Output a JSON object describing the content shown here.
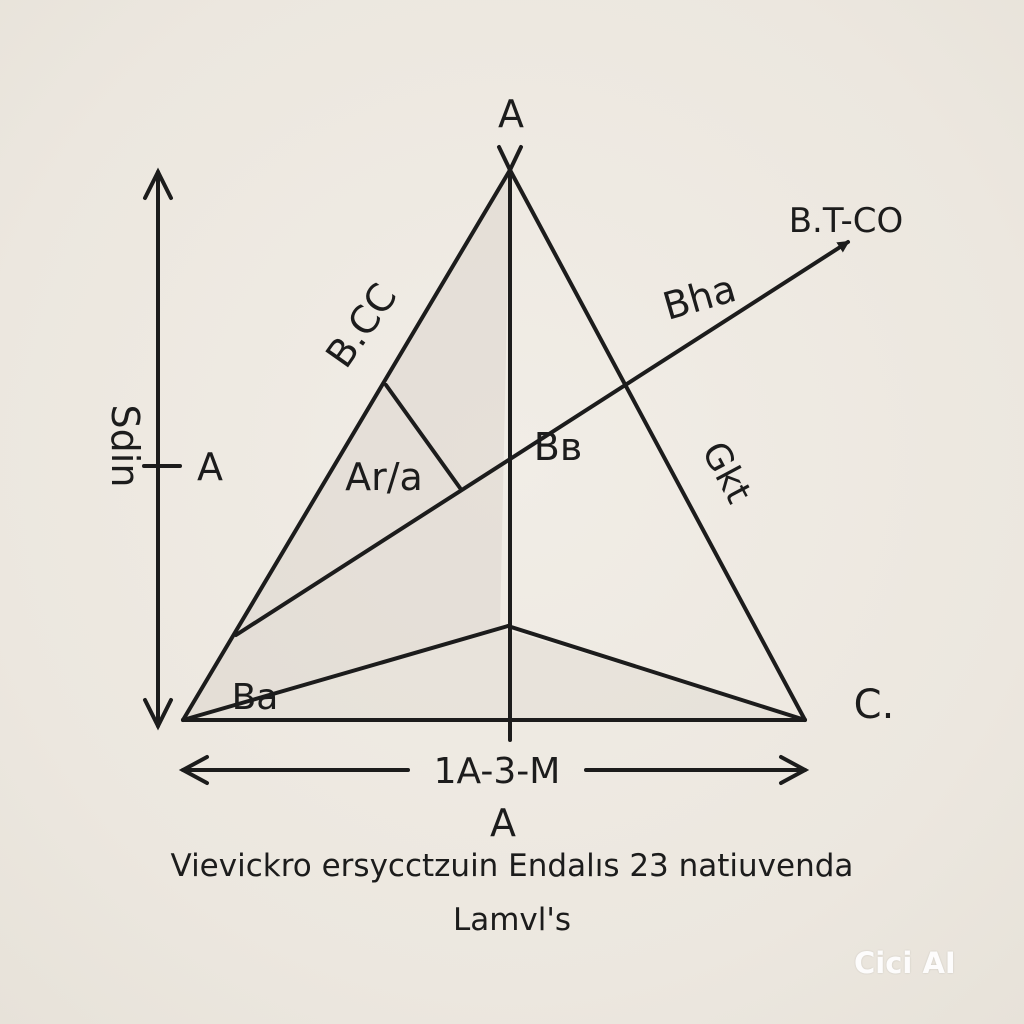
{
  "diagram": {
    "labels": {
      "apex": "A",
      "left_side": "B.CC",
      "right_arrow": "B.T-CO",
      "arrow_mid": "Bha",
      "inner_left": "Ar/a",
      "center": "Bв",
      "right_side": "Gkt",
      "height_axis": "Sdin",
      "height_mark": "A",
      "base_left": "Ba",
      "right_vertex": "C.",
      "base_dimension": "1A-3-M",
      "bottom": "A"
    },
    "caption_line1": "Vievickro ersycctzuin Endalıs 23 natiuvenda",
    "caption_line2": "Lamvl's"
  },
  "watermark": "Cici AI",
  "colors": {
    "ink": "#1c1c1c",
    "paper": "#efebe4",
    "shade": "#dcd6cd"
  }
}
